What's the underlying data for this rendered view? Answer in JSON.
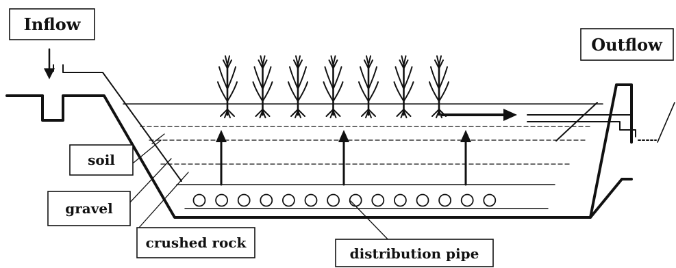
{
  "labels": {
    "inflow": "Inflow",
    "outflow": "Outflow",
    "soil": "soil",
    "gravel": "gravel",
    "crushed_rock": "crushed rock",
    "distribution_pipe": "distribution pipe"
  },
  "plant_count": 7,
  "pipe_circle_count": 14,
  "upward_arrow_count": 3
}
